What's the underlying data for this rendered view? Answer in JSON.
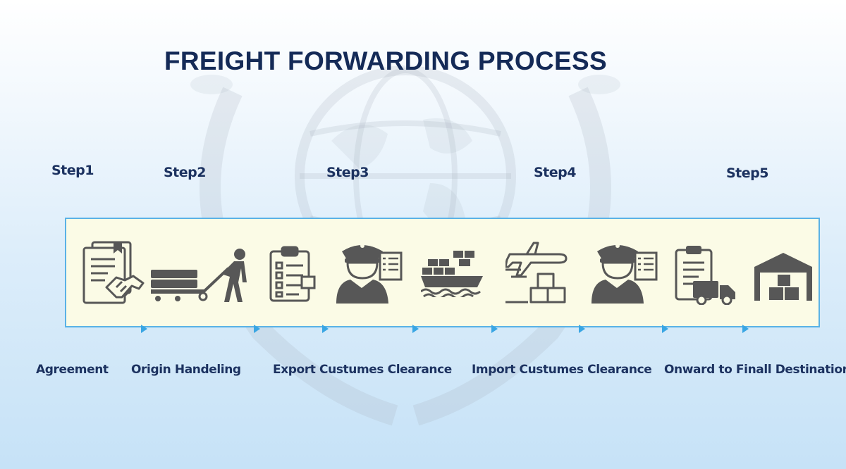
{
  "title": "FREIGHT FORWARDING PROCESS",
  "colors": {
    "title": "#142a57",
    "text": "#1c3260",
    "band_fill": "#fbfbe6",
    "band_border": "#5ab2e6",
    "arrow": "#3aa6e3",
    "icon": "#575757"
  },
  "steps": [
    {
      "step": "Step1",
      "label": "Agreement"
    },
    {
      "step": "Step2",
      "label": "Origin Handeling"
    },
    {
      "step": "Step3",
      "label": "Export Custumes Clearance"
    },
    {
      "step": "Step4",
      "label": "Import Custumes Clearance"
    },
    {
      "step": "Step5",
      "label": "Onward to Finall Destination"
    }
  ],
  "icons": [
    "contract-handshake-icon",
    "pallet-jack-worker-icon",
    "clipboard-checklist-icon",
    "customs-officer-icon",
    "cargo-ship-icon",
    "airplane-boxes-icon",
    "customs-officer-icon",
    "clipboard-delivery-truck-icon",
    "warehouse-icon"
  ]
}
